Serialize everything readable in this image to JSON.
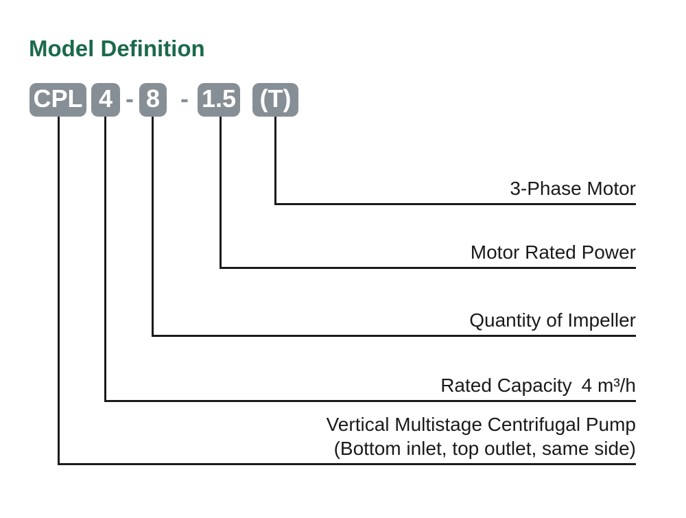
{
  "title": "Model Definition",
  "model_code": {
    "segments": {
      "prefix": "CPL",
      "capacity": "4",
      "impeller": "8",
      "power": "1.5",
      "phase": "(T)"
    },
    "separator": "-"
  },
  "labels": {
    "phase": "3-Phase Motor",
    "power": "Motor Rated Power",
    "impeller": "Quantity of Impeller",
    "capacity_label": "Rated Capacity",
    "capacity_value": "4 m³/h",
    "prefix_line1": "Vertical Multistage Centrifugal Pump",
    "prefix_line2": "(Bottom inlet, top outlet, same side)"
  },
  "colors": {
    "title_green": "#1b6a4a",
    "box_gray": "#878f96",
    "box_text": "#ffffff",
    "line_color": "#1a1a1a",
    "label_color": "#1a1a1a",
    "background": "#ffffff"
  }
}
